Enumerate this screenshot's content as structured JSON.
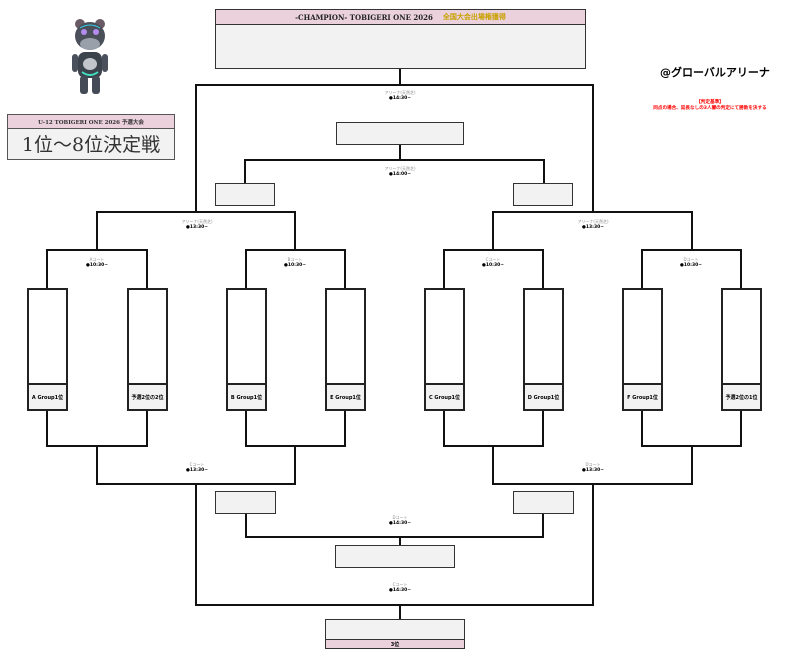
{
  "header": {
    "champion_title": "-CHAMPION- TOBIGERI ONE 2026",
    "champion_note": "全国大会出場権獲得",
    "tournament_subtitle": "U-12 TOBIGERI ONE 2026 予選大会",
    "tournament_title": "1位～8位決定戦",
    "venue": "@グローバルアリーナ",
    "rule_heading": "【判定基準】",
    "rule_text": "同点の場合、延長なしの3人審の判定にて勝敗を決する"
  },
  "colors": {
    "header_pink": "#ead1dc",
    "gold": "#c9a100",
    "rule_red": "#ff0000",
    "box_gray": "#f2f2f2"
  },
  "entrants": [
    {
      "label": "A Group1位"
    },
    {
      "label": "予選2位の2位"
    },
    {
      "label": "B Group1位"
    },
    {
      "label": "E Group1位"
    },
    {
      "label": "C Group1位"
    },
    {
      "label": "D Group1位"
    },
    {
      "label": "F Group1位"
    },
    {
      "label": "予選2位の1位"
    }
  ],
  "matches": {
    "r1_a": {
      "venue": "Aコート",
      "time": "●10:30~"
    },
    "r1_b": {
      "venue": "Bコート",
      "time": "●10:30~"
    },
    "r1_c": {
      "venue": "Cコート",
      "time": "●10:30~"
    },
    "r1_d": {
      "venue": "Dコート",
      "time": "●10:30~"
    },
    "semi_left": {
      "venue": "アリーナ(天然芝)",
      "time": "●13:30~"
    },
    "semi_right": {
      "venue": "アリーナ(天然芝)",
      "time": "●13:30~"
    },
    "final": {
      "venue": "アリーナ(天然芝)",
      "time": "●14:30~"
    },
    "third_place": {
      "venue": "アリーナ(天然芝)",
      "time": "●14:00~"
    },
    "cons_left": {
      "venue": "Cコート",
      "time": "●13:30~"
    },
    "cons_right": {
      "venue": "Dコート",
      "time": "●13:30~"
    },
    "place_5_6": {
      "venue": "Dコート",
      "time": "●14:30~"
    },
    "place_7_8": {
      "venue": "Cコート",
      "time": "●14:30~"
    }
  },
  "footer": {
    "third_label": "3位"
  }
}
